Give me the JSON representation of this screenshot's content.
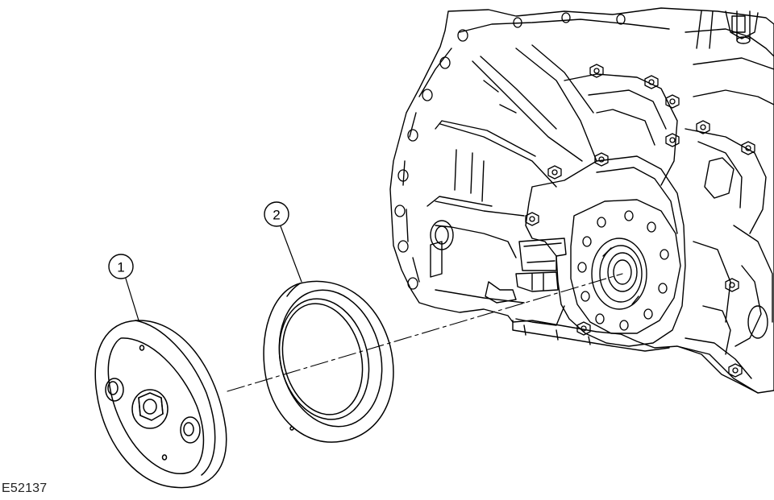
{
  "figure": {
    "id_label": "E52137"
  },
  "callouts": [
    {
      "number": "1",
      "part": "seal-installer-tool"
    },
    {
      "number": "2",
      "part": "crankshaft-rear-oil-seal"
    }
  ],
  "colors": {
    "line": "#000000",
    "background": "#ffffff"
  }
}
